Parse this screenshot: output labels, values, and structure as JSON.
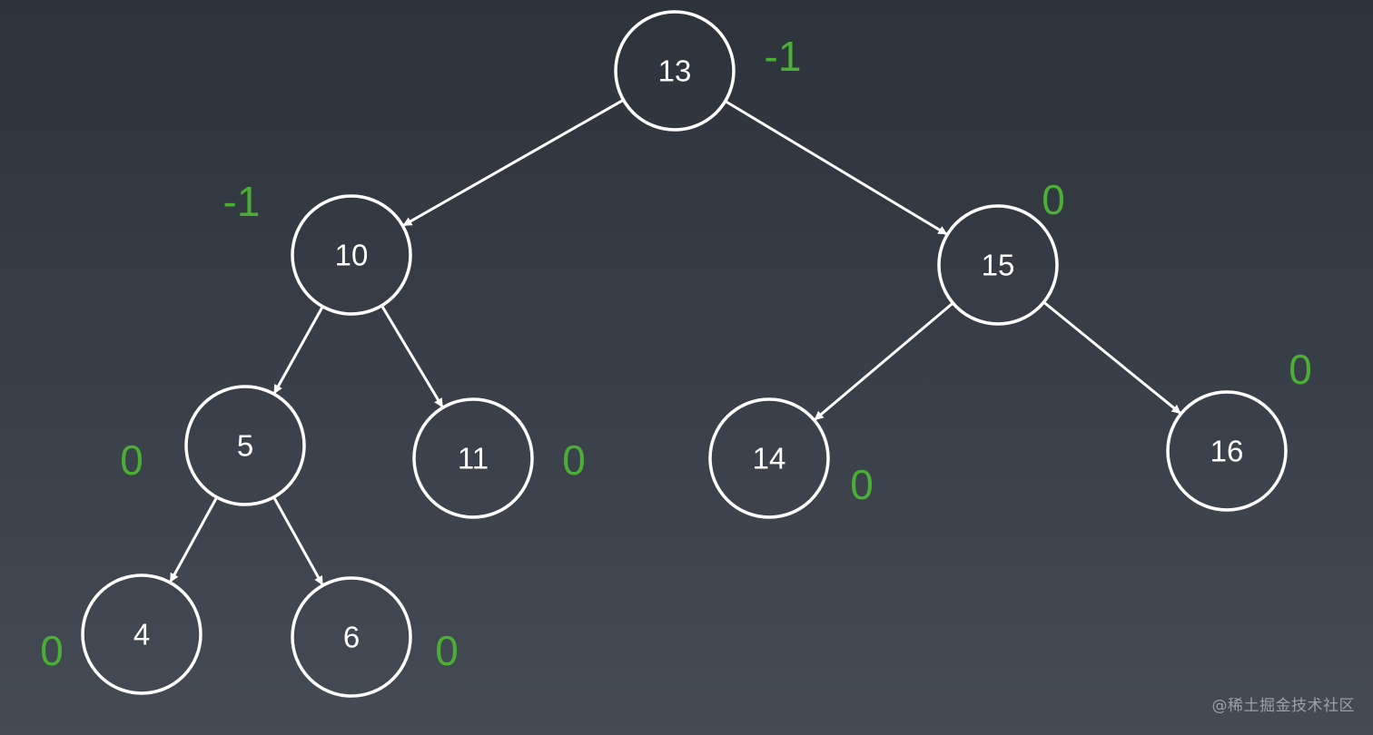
{
  "nodes": [
    {
      "id": "n13",
      "label": "13",
      "balance": "-1"
    },
    {
      "id": "n10",
      "label": "10",
      "balance": "-1"
    },
    {
      "id": "n15",
      "label": "15",
      "balance": "0"
    },
    {
      "id": "n5",
      "label": "5",
      "balance": "0"
    },
    {
      "id": "n11",
      "label": "11",
      "balance": "0"
    },
    {
      "id": "n14",
      "label": "14",
      "balance": "0"
    },
    {
      "id": "n16",
      "label": "16",
      "balance": "0"
    },
    {
      "id": "n4",
      "label": "4",
      "balance": "0"
    },
    {
      "id": "n6",
      "label": "6",
      "balance": "0"
    }
  ],
  "edges": [
    {
      "from": "n13",
      "to": "n10"
    },
    {
      "from": "n13",
      "to": "n15"
    },
    {
      "from": "n10",
      "to": "n5"
    },
    {
      "from": "n10",
      "to": "n11"
    },
    {
      "from": "n15",
      "to": "n14"
    },
    {
      "from": "n15",
      "to": "n16"
    },
    {
      "from": "n5",
      "to": "n4"
    },
    {
      "from": "n5",
      "to": "n6"
    }
  ],
  "colors": {
    "node_stroke": "#ffffff",
    "balance_text": "#4caf35",
    "background_top": "#2d333b",
    "background_bottom": "#444b55"
  },
  "watermark": "@稀土掘金技术社区"
}
